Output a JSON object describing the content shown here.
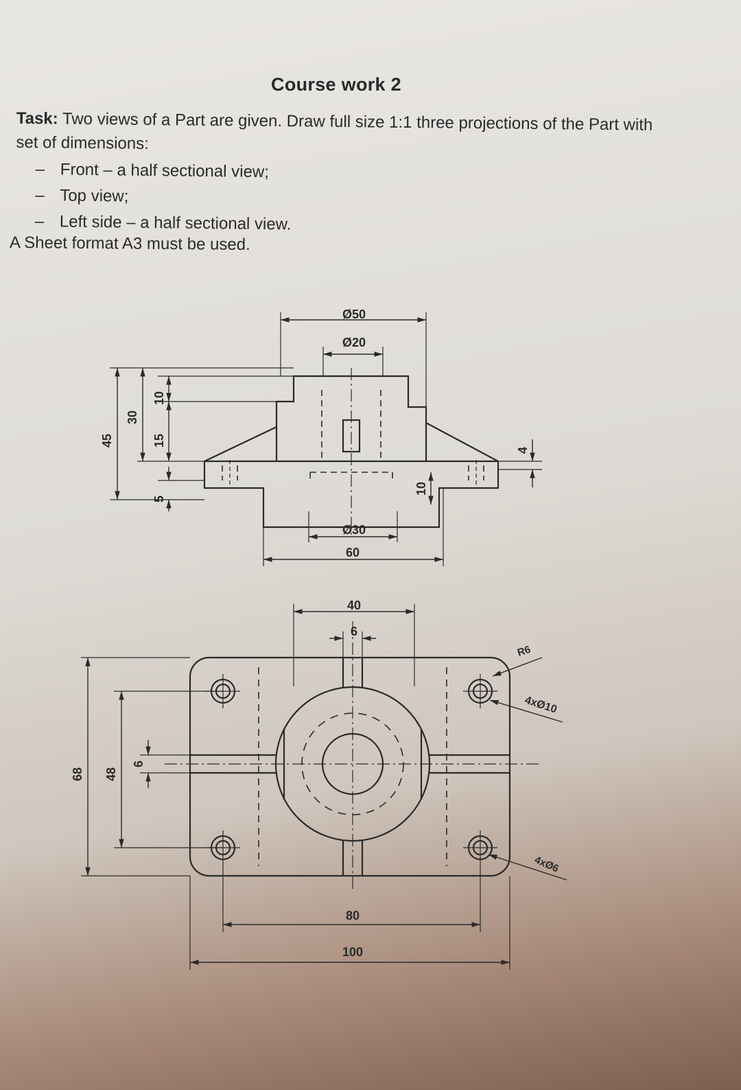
{
  "document": {
    "title": "Course work 2",
    "task_label": "Task:",
    "task_text": "Two views of a Part are given. Draw full size 1:1 three projections of the Part with set of dimensions:",
    "bullets": [
      "Front – a half sectional view;",
      "Top view;",
      "Left side – a half sectional view."
    ],
    "bullet_dash": "–",
    "sheet_format": "A Sheet format A3 must be used."
  },
  "front_view": {
    "dims": {
      "d50": "Ø50",
      "d20": "Ø20",
      "d30": "Ø30",
      "w60": "60",
      "h45": "45",
      "h30": "30",
      "h10": "10",
      "h15": "15",
      "h5": "5",
      "h10b": "10",
      "h4": "4"
    }
  },
  "top_view": {
    "dims": {
      "w40": "40",
      "w6": "6",
      "r6": "R6",
      "holes10": "4xØ10",
      "holes6": "4xØ6",
      "h68": "68",
      "h48": "48",
      "h6": "6",
      "w80": "80",
      "w100": "100"
    }
  }
}
